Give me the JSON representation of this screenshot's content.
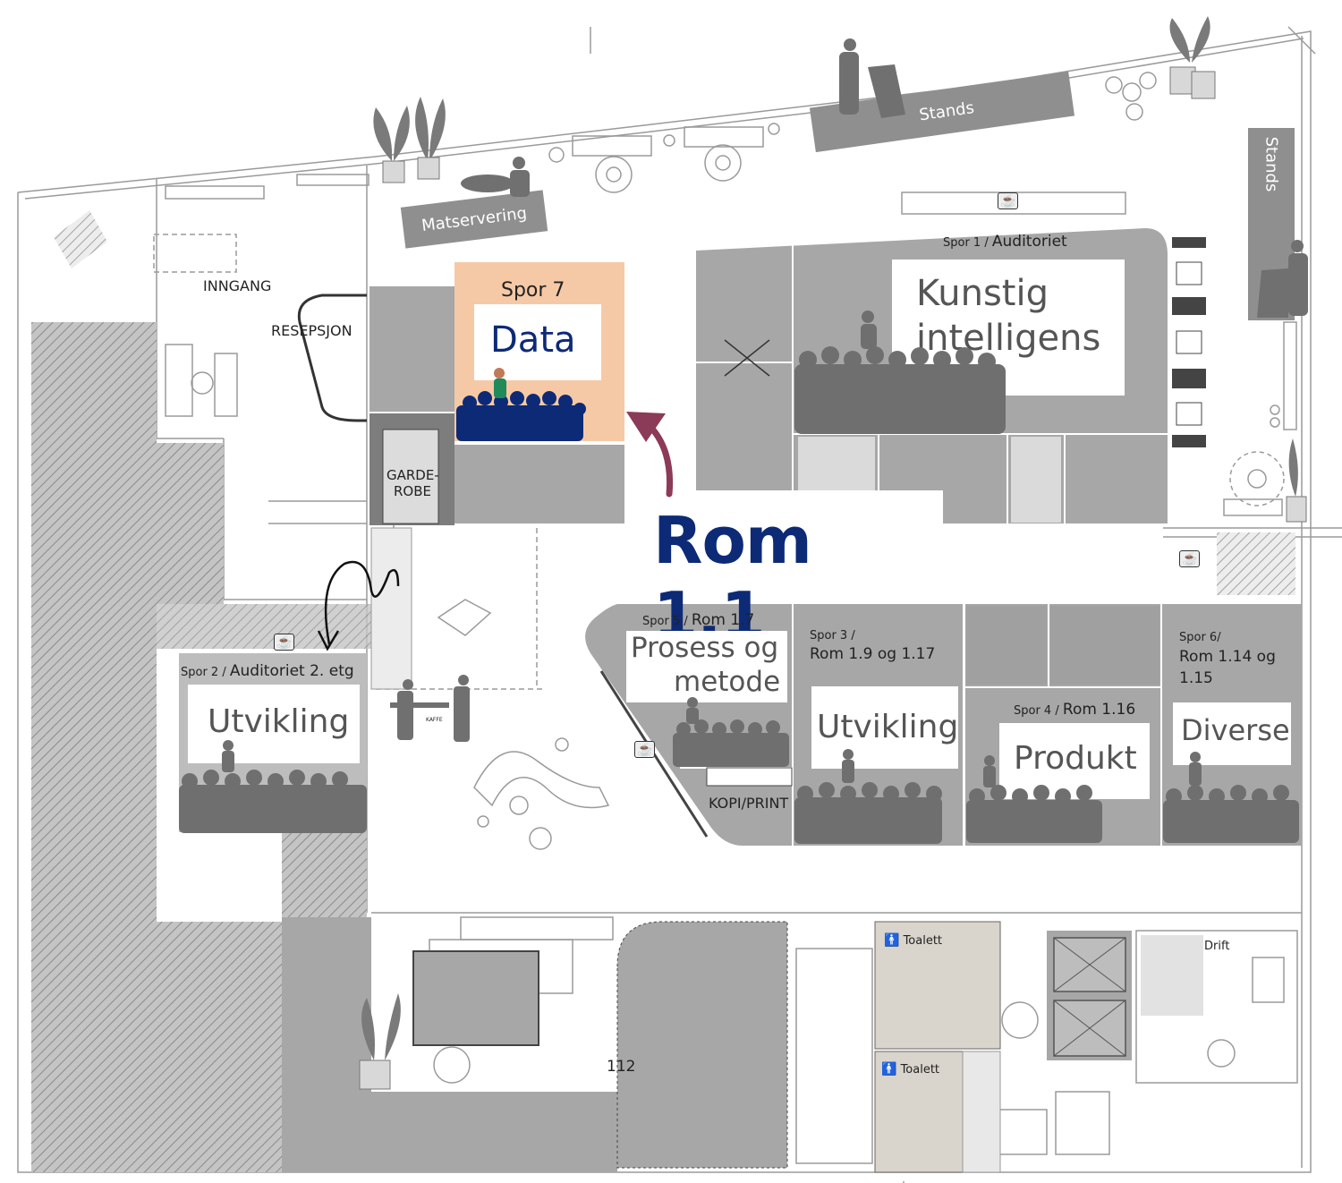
{
  "labels": {
    "inngang": "INNGANG",
    "resepsjon": "RESEPSJON",
    "garderobe_1": "GARDE-",
    "garderobe_2": "ROBE",
    "kopi_print": "KOPI/PRINT",
    "toalett_1": "Toalett",
    "toalett_2": "Toalett",
    "drift": "Drift",
    "room_112": "112",
    "stands_top": "Stands",
    "stands_right": "Stands",
    "matservering": "Matservering",
    "rom_1_1": "Rom 1.1",
    "kaffe": "KAFFE"
  },
  "tracks": {
    "spor1": {
      "tag": "Spor 1",
      "room": "Auditoriet",
      "title_1": "Kunstig",
      "title_2": "intelligens"
    },
    "spor2": {
      "tag": "Spor 2",
      "room": "Auditoriet 2. etg",
      "title": "Utvikling"
    },
    "spor3": {
      "tag": "Spor 3 /",
      "room": "Rom 1.9 og 1.17",
      "title": "Utvikling"
    },
    "spor4": {
      "tag": "Spor 4",
      "room": "Rom 1.16",
      "title": "Produkt"
    },
    "spor5": {
      "tag": "Spor 5",
      "room": "Rom 1.7",
      "title_1": "Prosess og",
      "title_2": "metode"
    },
    "spor6": {
      "tag": "Spor 6/",
      "room_1": "Rom 1.14 og",
      "room_2": "1.15",
      "title": "Diverse"
    },
    "spor7": {
      "tag": "Spor 7",
      "title": "Data"
    }
  },
  "separator": "/",
  "colors": {
    "navy": "#0d2a77",
    "room_gray": "#a7a7a7",
    "highlight_room": "#f6c9a6",
    "arrow": "#8b3a57",
    "crowd_gray": "#6f6f6f",
    "crowd_navy": "#0d2a77"
  },
  "icons": [
    "coffee-cup-icon",
    "toilet-person-icon",
    "plant-icon",
    "arrow-icon"
  ]
}
